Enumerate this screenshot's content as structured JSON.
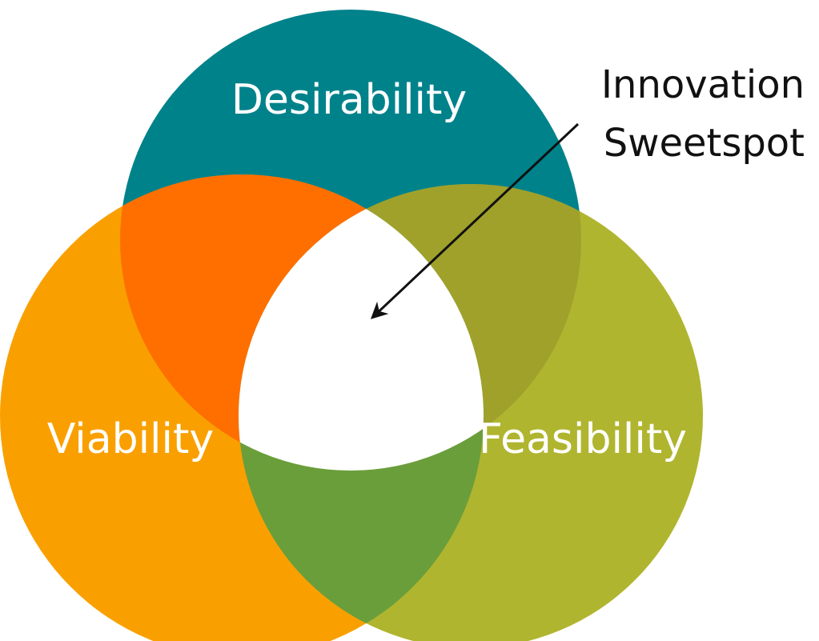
{
  "diagram": {
    "type": "venn",
    "circles": [
      {
        "id": "desirability",
        "label": "Desirability",
        "color": "#00828b"
      },
      {
        "id": "viability",
        "label": "Viability",
        "color": "#f9a000"
      },
      {
        "id": "feasibility",
        "label": "Feasibility",
        "color": "#b0b52f"
      }
    ],
    "overlap_colors": {
      "desirability_viability": "#ff6f00",
      "desirability_feasibility": "#9fa12b",
      "viability_feasibility": "#6a9e3b",
      "center": "#ffffff"
    },
    "annotation": {
      "line1": "Innovation",
      "line2": "Sweetspot",
      "arrow_color": "#111111"
    }
  }
}
